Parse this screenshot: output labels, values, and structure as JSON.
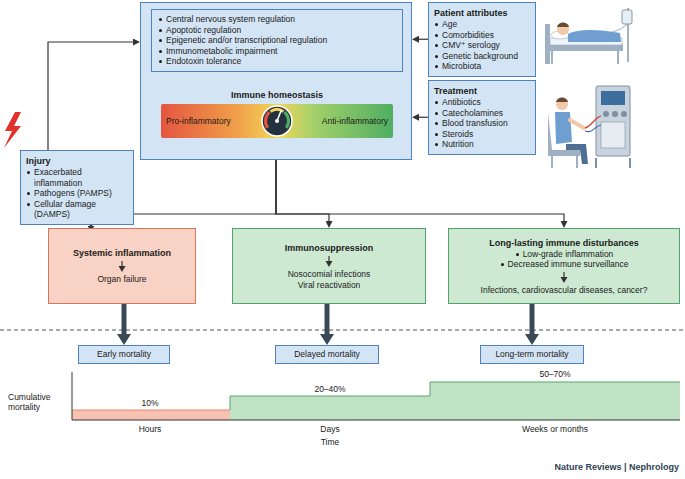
{
  "diagram": {
    "nodes": [
      {
        "text": []
      },
      {
        "text": [
          "Central nervous system regulation",
          "Apoptotic regulation",
          "Epigenetic and/or transcriptional regulation",
          "Immunometabolic impairment",
          "Endotoxin tolerance"
        ],
        "in": 0
      },
      {
        "text": [
          "Immune homeostasis",
          "Pro-inflammatory",
          "Anti-inflammatory"
        ],
        "in": 0
      },
      {
        "text": [
          "Injury",
          "Exacerbated inflammation",
          "Pathogens (PAMPS)",
          "Cellular damage (DAMPS)"
        ]
      },
      {
        "text": [
          "Patient attributes",
          "Age",
          "Comorbidities",
          "CMV⁺ serology",
          "Genetic background",
          "Microbiota"
        ]
      },
      {
        "text": [
          "Treatment",
          "Antibiotics",
          "Catecholamines",
          "Blood transfusion",
          "Steroids",
          "Nutrition"
        ]
      },
      {
        "text": [
          "Systemic inflammation",
          "Organ failure"
        ]
      },
      {
        "text": [
          "Immunosuppression",
          "Nosocomial infections",
          "Viral reactivation"
        ]
      },
      {
        "text": [
          "Long-lasting immune disturbances",
          "Low-grade inflammation",
          "Decreased immune surveillance",
          "Infections, cardiovascular diseases, cancer?"
        ]
      },
      {
        "text": [
          "Early mortality"
        ]
      },
      {
        "text": [
          "Delayed mortality"
        ]
      },
      {
        "text": [
          "Long-term mortality"
        ]
      }
    ],
    "edges": [
      {
        "from": 1,
        "to": 2,
        "arrow": "to"
      },
      {
        "from": 3,
        "to": 0,
        "arrow": "to"
      },
      {
        "from": 4,
        "to": 0,
        "arrow": "to"
      },
      {
        "from": 5,
        "to": 0,
        "arrow": "to"
      },
      {
        "from": 0,
        "to": 6,
        "arrow": "to"
      },
      {
        "from": 0,
        "to": 7,
        "arrow": "to"
      },
      {
        "from": 0,
        "to": 8,
        "arrow": "to"
      },
      {
        "from": 3,
        "to": 6,
        "arrow": "to"
      },
      {
        "from": 6,
        "to": 9,
        "arrow": "to"
      },
      {
        "from": 7,
        "to": 10,
        "arrow": "to"
      },
      {
        "from": 8,
        "to": 11,
        "arrow": "to"
      }
    ],
    "labels": [
      "10%",
      "20–40%",
      "50–70%",
      "Cumulative mortality",
      "Hours",
      "Days",
      "Weeks or months",
      "Time",
      "Nature Reviews | Nephrology"
    ]
  }
}
